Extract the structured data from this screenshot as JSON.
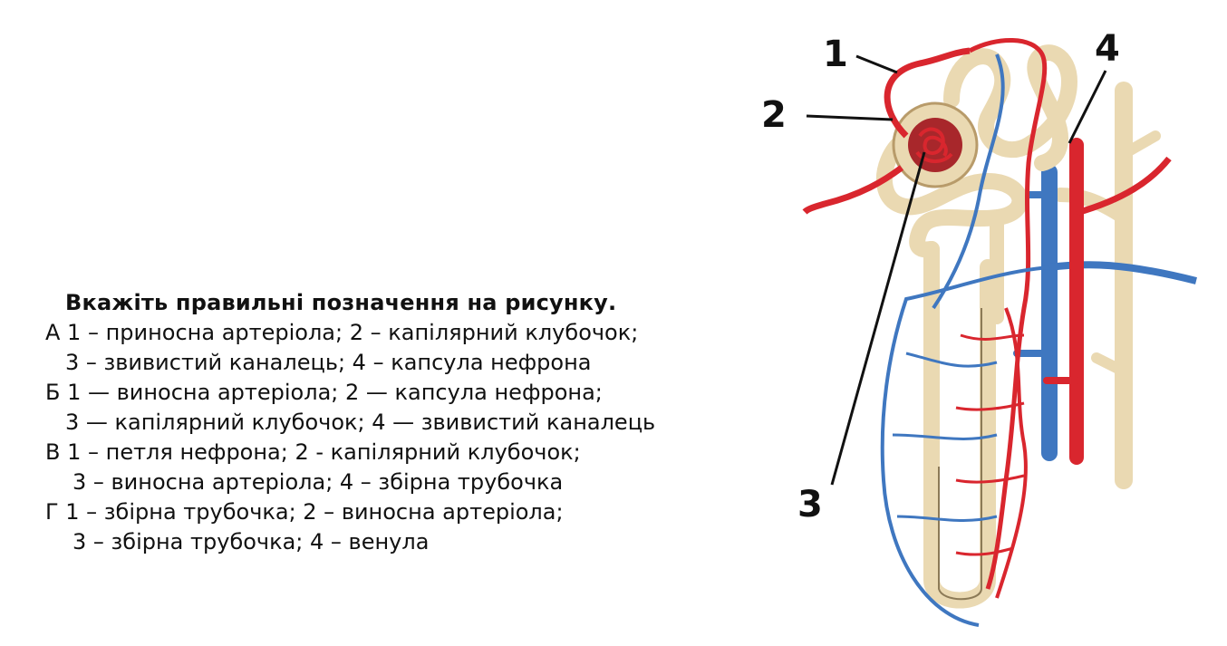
{
  "question": {
    "title": "Вкажіть правильні позначення на рисунку.",
    "options": [
      {
        "line1": "А 1 – приносна артеріола; 2 – капілярний клубочок;",
        "line2": "3 – звивистий каналець; 4 – капсула нефрона"
      },
      {
        "line1": "Б 1 — виносна артеріола; 2 — капсула нефрона;",
        "line2": "3 — капілярний клубочок; 4 — звивистий каналець"
      },
      {
        "line1": "В 1 – петля нефрона; 2 - капілярний клубочок;",
        "line2": "3 – виносна артеріола; 4 – збірна трубочка"
      },
      {
        "line1": "Г 1 – збірна трубочка; 2 – виносна артеріола;",
        "line2": "3 – збірна трубочка; 4 – венула"
      }
    ]
  },
  "diagram": {
    "labels": [
      "1",
      "2",
      "3",
      "4"
    ],
    "colors": {
      "artery": "#d9262e",
      "vein": "#3f77c0",
      "tubule": "#ead9b2",
      "tubule_outline": "#b89b6a",
      "leader": "#111111"
    }
  }
}
